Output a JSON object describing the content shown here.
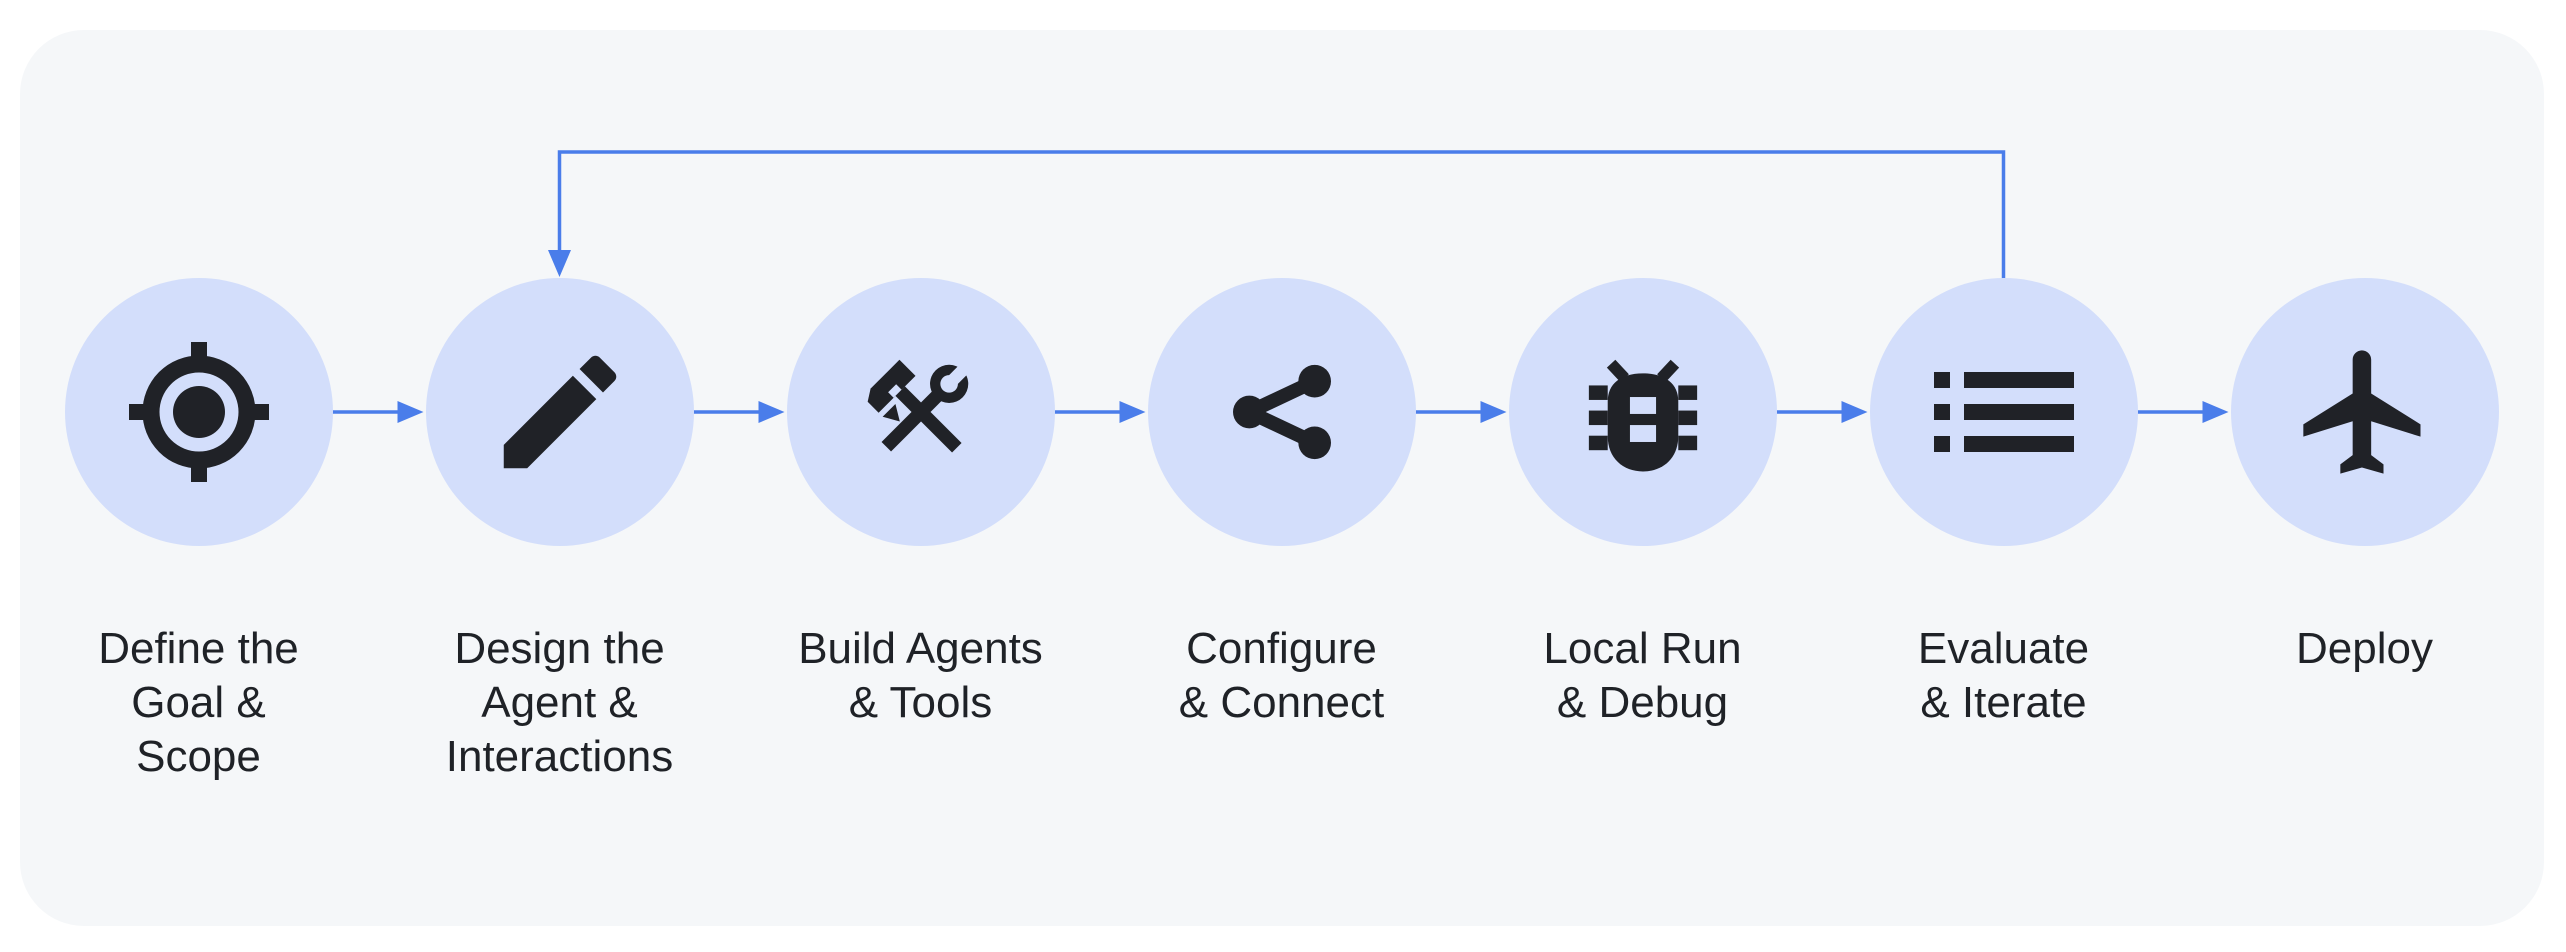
{
  "palette": {
    "page_background": "#ffffff",
    "card_background": "#f5f7f9",
    "node_fill": "#d3defb",
    "icon_color": "#202227",
    "arrow_color": "#4a7dea",
    "label_color": "#1f2227"
  },
  "workflow": {
    "direction": "left-to-right",
    "nodes": [
      {
        "id": "define-goal-scope",
        "icon": "target-icon",
        "label_lines": [
          "Define the",
          "Goal &",
          "Scope"
        ]
      },
      {
        "id": "design-agent-interactions",
        "icon": "pencil-icon",
        "label_lines": [
          "Design the",
          "Agent &",
          "Interactions"
        ]
      },
      {
        "id": "build-agents-tools",
        "icon": "tools-icon",
        "label_lines": [
          "Build Agents",
          "& Tools"
        ]
      },
      {
        "id": "configure-connect",
        "icon": "share-icon",
        "label_lines": [
          "Configure",
          "& Connect"
        ]
      },
      {
        "id": "local-run-debug",
        "icon": "bug-icon",
        "label_lines": [
          "Local Run",
          "& Debug"
        ]
      },
      {
        "id": "evaluate-iterate",
        "icon": "list-icon",
        "label_lines": [
          "Evaluate",
          "& Iterate"
        ]
      },
      {
        "id": "deploy",
        "icon": "airplane-icon",
        "label_lines": [
          "Deploy"
        ]
      }
    ],
    "edges": [
      {
        "from": "define-goal-scope",
        "to": "design-agent-interactions"
      },
      {
        "from": "design-agent-interactions",
        "to": "build-agents-tools"
      },
      {
        "from": "build-agents-tools",
        "to": "configure-connect"
      },
      {
        "from": "configure-connect",
        "to": "local-run-debug"
      },
      {
        "from": "local-run-debug",
        "to": "evaluate-iterate"
      },
      {
        "from": "evaluate-iterate",
        "to": "deploy"
      }
    ],
    "feedback_edge": {
      "from": "evaluate-iterate",
      "to": "design-agent-interactions"
    }
  }
}
